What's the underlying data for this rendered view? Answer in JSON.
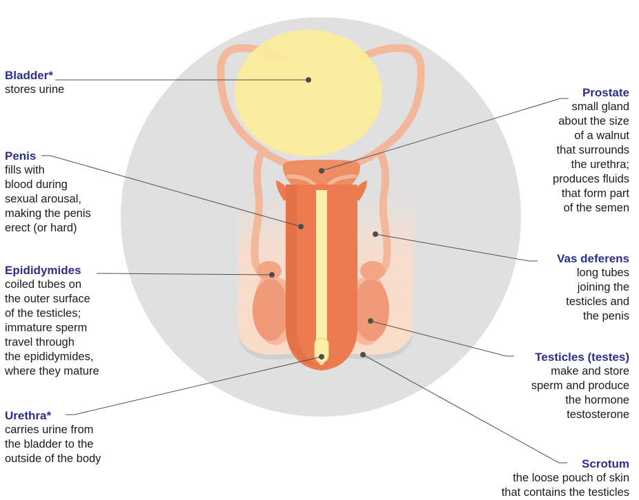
{
  "colors": {
    "circle": "#e0e0e0",
    "bladder": "#fbec9a",
    "tube": "#f4b597",
    "shaft": "#ec7b52",
    "urethra": "#fbf0a8",
    "testicle": "#f19a79",
    "scrotum": "#fbdcc9",
    "label_title": "#2c2f8a",
    "leader": "#4d4d4d"
  },
  "labels": {
    "bladder": {
      "title": "Bladder*",
      "desc": "stores urine"
    },
    "penis": {
      "title": "Penis",
      "desc": "fills with\nblood during\nsexual arousal,\nmaking the penis\nerect (or hard)"
    },
    "epididymides": {
      "title": "Epididymides",
      "desc": "coiled tubes on\nthe outer surface\nof the testicles;\nimmature sperm\ntravel through\nthe epididymides,\nwhere they mature"
    },
    "urethra": {
      "title": "Urethra*",
      "desc": "carries urine from\nthe bladder to the\noutside of the body"
    },
    "prostate": {
      "title": "Prostate",
      "desc": "small gland\nabout the size\nof a walnut\nthat surrounds\nthe urethra;\nproduces fluids\nthat form part\nof the semen"
    },
    "vas_deferens": {
      "title": "Vas deferens",
      "desc": "long tubes\njoining the\ntesticles and\nthe penis"
    },
    "testicles": {
      "title": "Testicles (testes)",
      "desc": "make and store\nsperm and produce\nthe hormone\ntestosterone"
    },
    "scrotum": {
      "title": "Scrotum",
      "desc": "the loose pouch of skin\nthat contains the testicles"
    }
  }
}
